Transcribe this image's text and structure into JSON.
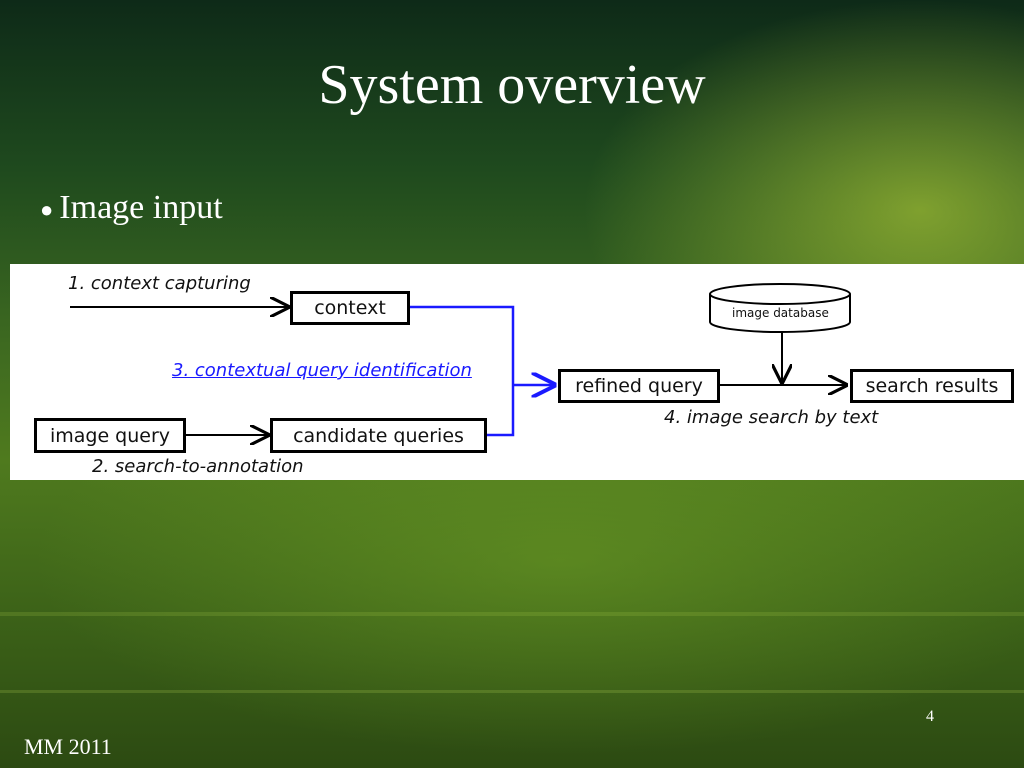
{
  "slide": {
    "title": "System overview",
    "bullet": "Image input",
    "page_number": "4",
    "footer": "MM 2011"
  },
  "diagram": {
    "nodes": {
      "context": "context",
      "image_query": "image query",
      "candidate_queries": "candidate queries",
      "refined_query": "refined query",
      "search_results": "search results",
      "image_database": "image database"
    },
    "steps": {
      "step1": "1. context capturing",
      "step2": "2. search-to-annotation",
      "step3": "3. contextual query identification",
      "step4": "4.  image search by text"
    },
    "colors": {
      "highlight_step": "#1a1aff",
      "highlight_edges": "#1a1aff",
      "default_edges": "#000000"
    }
  }
}
